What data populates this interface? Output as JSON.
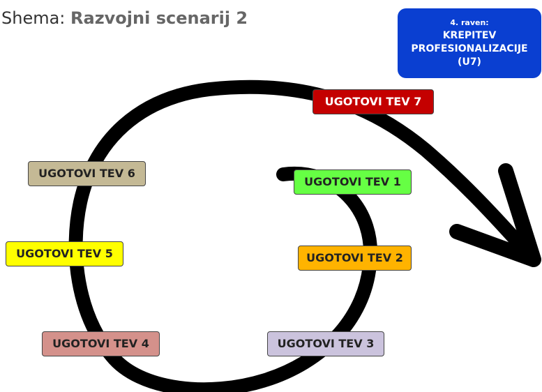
{
  "title": {
    "prefix": "Shema: ",
    "emphasis": "Razvojni scenarij 2"
  },
  "level_box": {
    "level": "4. raven:",
    "lines": [
      "KREPITEV",
      "PROFESIONALIZACIJE",
      "(U7)"
    ],
    "color": "#0a3fd1"
  },
  "findings": [
    {
      "id": "tev7",
      "label": "UGOTOVI TEV 7",
      "color": "#c40000"
    },
    {
      "id": "tev1",
      "label": "UGOTOVI TEV 1",
      "color": "#66ff44"
    },
    {
      "id": "tev6",
      "label": "UGOTOVI TEV 6",
      "color": "#c4b995"
    },
    {
      "id": "tev5",
      "label": "UGOTOVI TEV 5",
      "color": "#ffff00"
    },
    {
      "id": "tev2",
      "label": "UGOTOVI TEV 2",
      "color": "#ffb300"
    },
    {
      "id": "tev4",
      "label": "UGOTOVI TEV 4",
      "color": "#d4918b"
    },
    {
      "id": "tev3",
      "label": "UGOTOVI TEV 3",
      "color": "#cbc3dd"
    }
  ]
}
